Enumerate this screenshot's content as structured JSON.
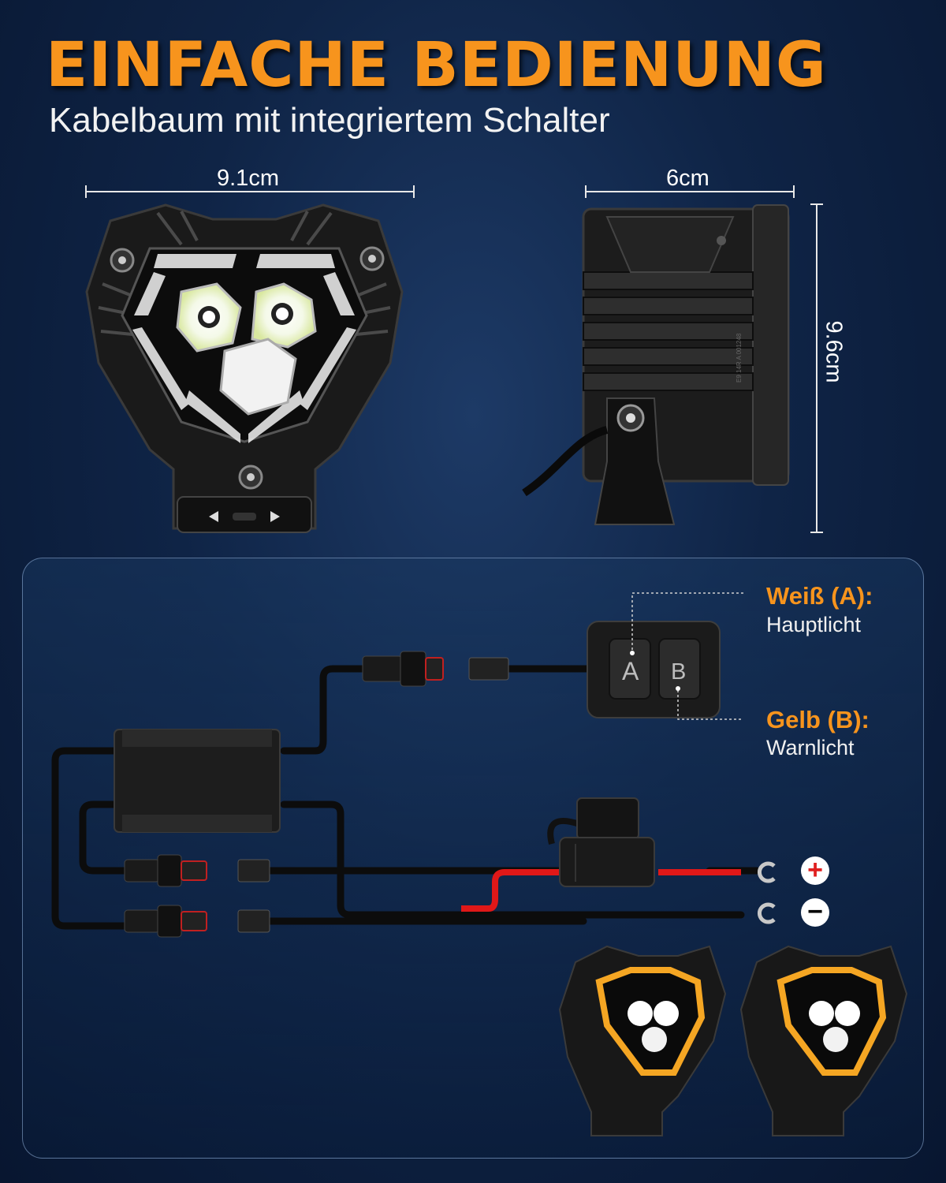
{
  "header": {
    "title": "EINFACHE BEDIENUNG",
    "subtitle": "Kabelbaum mit integriertem Schalter"
  },
  "dimensions": {
    "front_width": "9.1cm",
    "side_depth": "6cm",
    "height": "9.6cm"
  },
  "switch": {
    "button_a": "A",
    "button_b": "B"
  },
  "legend": {
    "a_title": "Weiß (A):",
    "a_desc": "Hauptlicht",
    "b_title": "Gelb (B):",
    "b_desc": "Warnlicht"
  },
  "terminals": {
    "positive": "+",
    "negative": "−"
  },
  "colors": {
    "accent_orange": "#f7941d",
    "wire_red": "#e01818",
    "wire_black": "#111111",
    "amber_led": "#f5a623"
  }
}
